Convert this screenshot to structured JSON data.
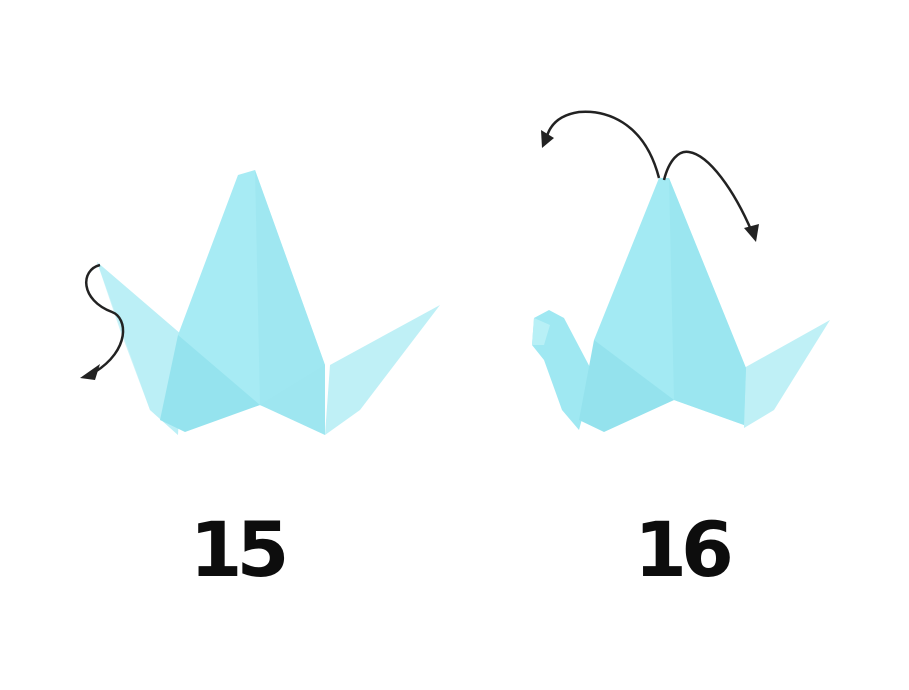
{
  "steps": [
    {
      "number": "15",
      "fold_action": "inside-reverse-fold",
      "arrow_count": 1
    },
    {
      "number": "16",
      "fold_action": "fold-wings-down",
      "arrow_count": 2
    }
  ],
  "colors": {
    "paper_light": "#c6f2f7",
    "paper_mid": "#a9ecf4",
    "paper_dark": "#93e4ef",
    "arrow": "#222222",
    "label": "#0d0d0d"
  }
}
